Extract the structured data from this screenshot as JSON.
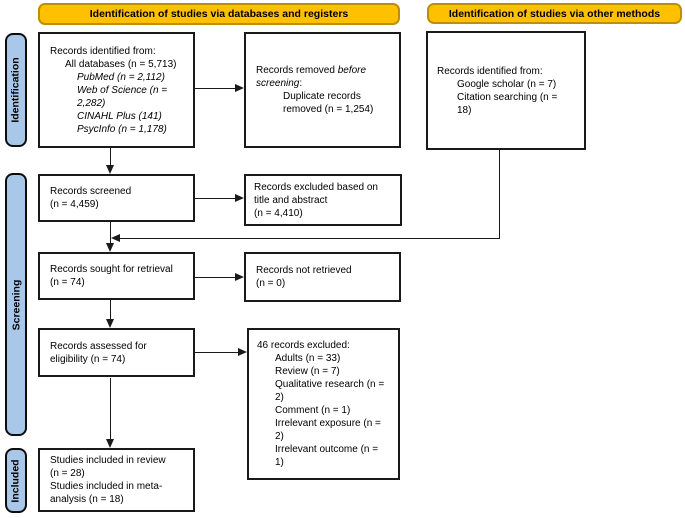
{
  "colors": {
    "header_fill": "#FFC000",
    "header_border": "#BE8F00",
    "stage_fill": "#A9C7E8",
    "line": "#1A1A1A"
  },
  "headers": {
    "databases": "Identification of studies via databases and registers",
    "other": "Identification of studies via other methods"
  },
  "stages": {
    "identification": "Identification",
    "screening": "Screening",
    "included": "Included"
  },
  "boxes": {
    "identified_databases": {
      "lines": [
        "Records identified from:",
        "All databases (n = 5,713)",
        "PubMed (n = 2,112)",
        "Web of Science (n =",
        "2,282)",
        "CINAHL Plus (141)",
        "PsycInfo (n = 1,178)"
      ]
    },
    "removed_before_screening": {
      "line0_plain": "Records removed ",
      "line0_italic": "before",
      "line1_italic": "screening",
      "line1_plain": ":",
      "lines": [
        "Duplicate records",
        "removed (n = 1,254)"
      ]
    },
    "identified_other": {
      "lines": [
        "Records identified from:",
        "Google scholar (n = 7)",
        "Citation searching (n =",
        "18)"
      ]
    },
    "screened": {
      "lines": [
        "Records screened",
        "(n = 4,459)"
      ]
    },
    "excluded_title_abstract": {
      "lines": [
        "Records excluded based on",
        "title and abstract",
        "(n = 4,410)"
      ]
    },
    "sought": {
      "lines": [
        "Records sought for retrieval",
        "(n = 74)"
      ]
    },
    "not_retrieved": {
      "lines": [
        "Records not retrieved",
        "(n = 0)"
      ]
    },
    "assessed": {
      "lines": [
        "Records assessed for",
        "eligibility (n = 74)"
      ]
    },
    "excluded_46": {
      "lines": [
        "46 records excluded:",
        "Adults (n = 33)",
        "Review (n = 7)",
        "Qualitative research (n =",
        "2)",
        "Comment (n = 1)",
        "Irrelevant exposure (n =",
        "2)",
        "Irrelevant outcome (n =",
        "1)"
      ]
    },
    "included_studies": {
      "lines": [
        "Studies included in review",
        "(n = 28)",
        "Studies included in meta-",
        "analysis (n = 18)"
      ]
    }
  }
}
